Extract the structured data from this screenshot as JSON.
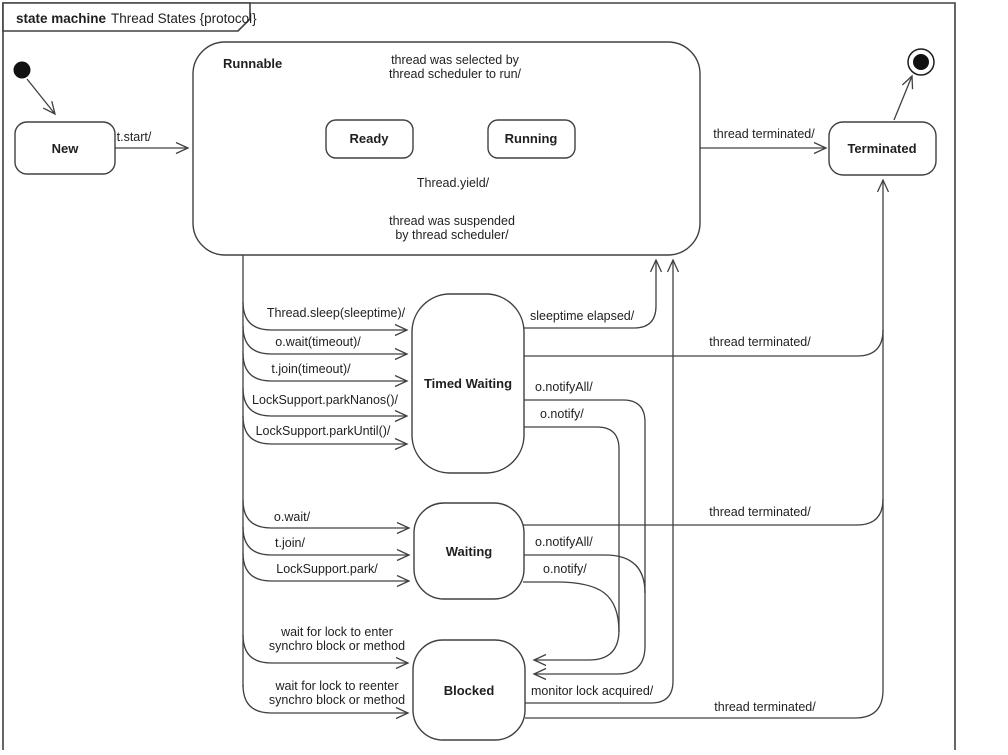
{
  "frame": {
    "keyword": "state machine",
    "name": "Thread States {protocol}"
  },
  "colors": {
    "line": "#404040",
    "state_name": "#1f1f1f",
    "substate_name": "#2E5C97"
  },
  "states": {
    "new": "New",
    "runnable": "Runnable",
    "ready": "Ready",
    "running": "Running",
    "terminated": "Terminated",
    "timed_waiting": "Timed Waiting",
    "waiting": "Waiting",
    "blocked": "Blocked"
  },
  "labels": {
    "t_start": "t.start/",
    "selected_line1": "thread was selected by",
    "selected_line2": "thread scheduler to run/",
    "yield": "Thread.yield/",
    "suspended_line1": "thread was suspended",
    "suspended_line2": "by thread scheduler/",
    "terminated_from_runnable": "thread terminated/",
    "sleep": "Thread.sleep(sleeptime)/",
    "wait_timeout": "o.wait(timeout)/",
    "join_timeout": "t.join(timeout)/",
    "park_nanos": "LockSupport.parkNanos()/",
    "park_until": "LockSupport.parkUntil()/",
    "sleeptime_elapsed": "sleeptime elapsed/",
    "terminated_from_timed_waiting": "thread terminated/",
    "notify_all_timed": "o.notifyAll/",
    "notify_timed": "o.notify/",
    "o_wait": "o.wait/",
    "t_join": "t.join/",
    "lock_support_park": "LockSupport.park/",
    "terminated_from_waiting": "thread terminated/",
    "notify_all_waiting": "o.notifyAll/",
    "notify_waiting": "o.notify/",
    "lock_enter_line1": "wait for lock to enter",
    "lock_enter_line2": "synchro block or method",
    "lock_reenter_line1": "wait for lock to reenter",
    "lock_reenter_line2": "synchro block or method",
    "monitor_lock_acquired": "monitor lock acquired/",
    "terminated_from_blocked": "thread terminated/"
  }
}
